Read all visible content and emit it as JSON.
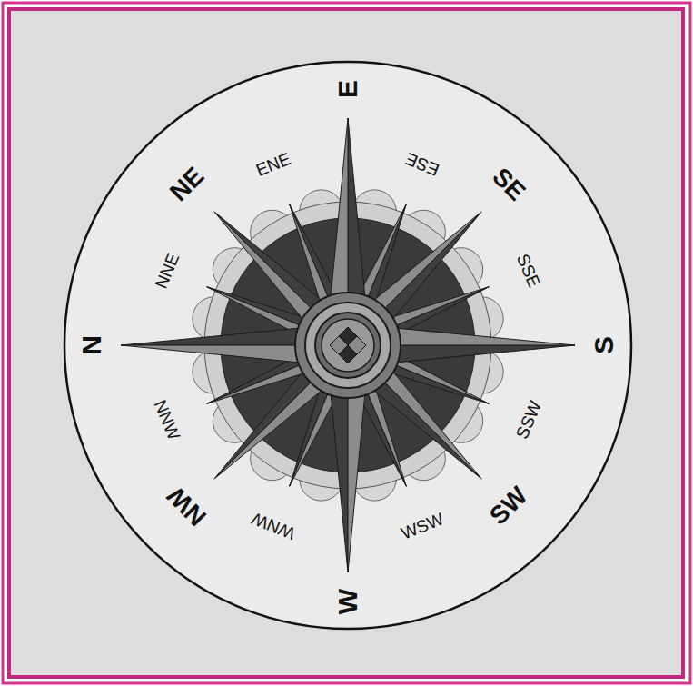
{
  "diagram": {
    "labels": [
      "E",
      "ENE",
      "ESE",
      "NE",
      "SE",
      "NNE",
      "SSE",
      "N",
      "S",
      "NNW",
      "SSW",
      "NW",
      "WNW",
      "WSW",
      "SW",
      "W"
    ]
  }
}
